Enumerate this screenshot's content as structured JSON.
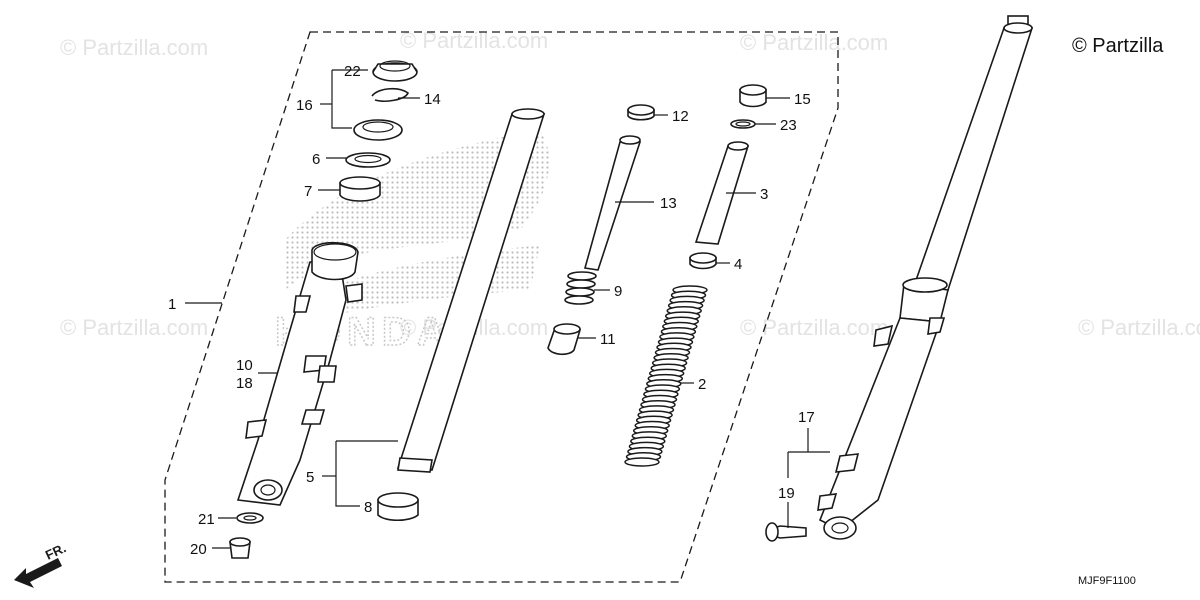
{
  "copyright": "© Partzilla",
  "watermark": "© Partzilla.com",
  "drawing_code": "MJF9F1100",
  "front_label": "FR.",
  "logo_text": "HONDA",
  "callouts": {
    "c1": "1",
    "c2": "2",
    "c3": "3",
    "c4": "4",
    "c5": "5",
    "c6": "6",
    "c7": "7",
    "c8": "8",
    "c9": "9",
    "c10": "10",
    "c11": "11",
    "c12": "12",
    "c13": "13",
    "c14": "14",
    "c15": "15",
    "c16": "16",
    "c17": "17",
    "c18": "18",
    "c19": "19",
    "c20": "20",
    "c21": "21",
    "c22": "22",
    "c23": "23"
  },
  "colors": {
    "line": "#1a1a1a",
    "watermark": "#e3e3e3",
    "logo_dots": "#bdbdbd"
  }
}
